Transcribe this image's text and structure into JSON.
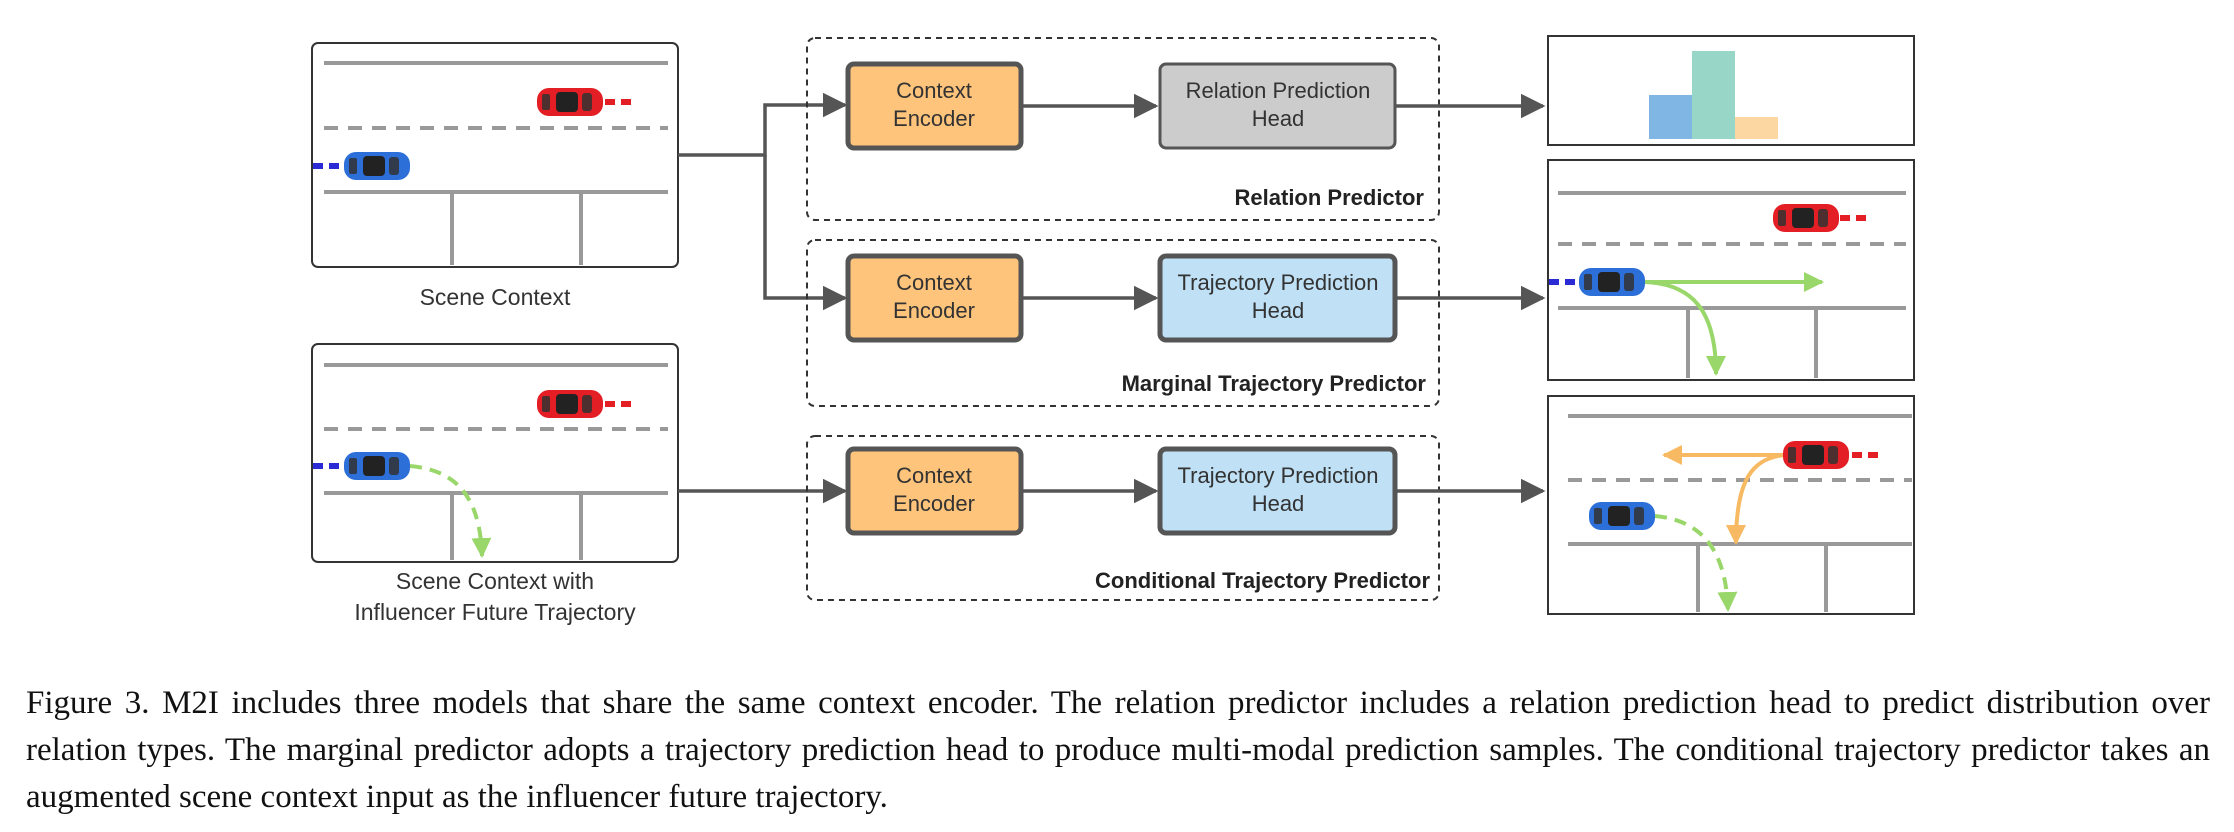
{
  "scene_context": {
    "label": "Scene Context"
  },
  "scene_context_influencer": {
    "label_line1": "Scene Context with",
    "label_line2": "Influencer Future Trajectory"
  },
  "relation_predictor": {
    "title": "Relation Predictor",
    "encoder_line1": "Context",
    "encoder_line2": "Encoder",
    "head_line1": "Relation Prediction",
    "head_line2": "Head"
  },
  "marginal_predictor": {
    "title": "Marginal Trajectory Predictor",
    "encoder_line1": "Context",
    "encoder_line2": "Encoder",
    "head_line1": "Trajectory Prediction",
    "head_line2": "Head"
  },
  "conditional_predictor": {
    "title": "Conditional Trajectory Predictor",
    "encoder_line1": "Context",
    "encoder_line2": "Encoder",
    "head_line1": "Trajectory Prediction",
    "head_line2": "Head"
  },
  "relation_histogram": {
    "values": [
      0.3,
      0.6,
      0.15
    ],
    "colors": [
      "#7fb6e3",
      "#98d7c8",
      "#fdd7a2"
    ]
  },
  "colors": {
    "encoder_fill": "#fec47b",
    "relation_head_fill": "#cccccc",
    "trajectory_head_fill": "#bfe0f5",
    "red_car": "#e31e24",
    "blue_car": "#2d6fd8",
    "green_trajectory": "#9ad76a",
    "orange_trajectory": "#f7b961"
  },
  "caption": "Figure 3. M2I includes three models that share the same context encoder. The relation predictor includes a relation prediction head to predict distribution over relation types. The marginal predictor adopts a trajectory prediction head to produce multi-modal prediction samples. The conditional trajectory predictor takes an augmented scene context input as the influencer future trajectory."
}
